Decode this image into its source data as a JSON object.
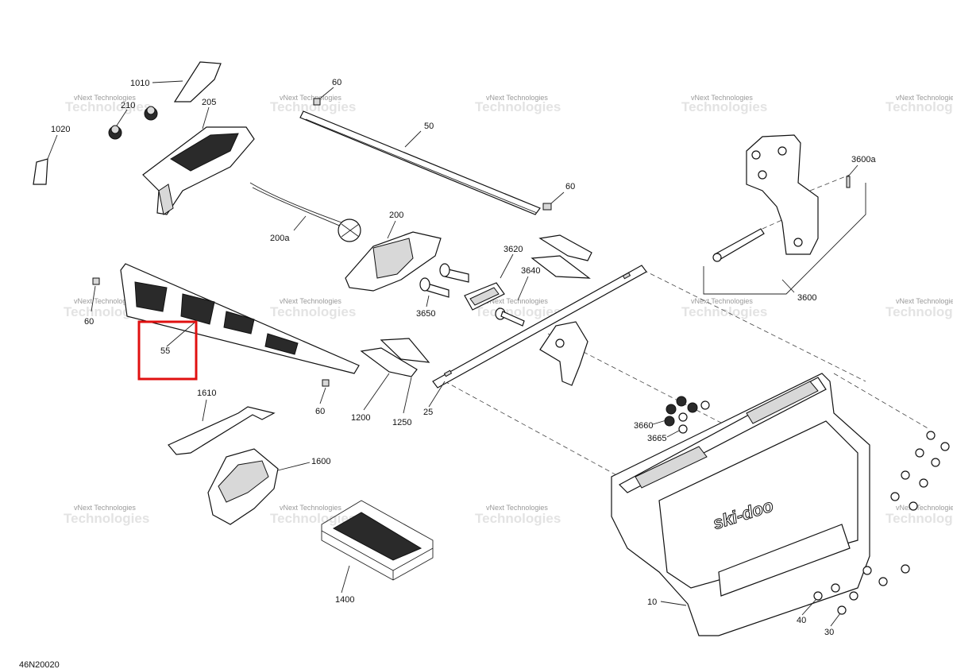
{
  "diagram_code": "46N20020",
  "watermark": "vNext Technologies",
  "highlight_color": "#e01010",
  "labels": {
    "p1010": "1010",
    "p210": "210",
    "p205": "205",
    "p1020": "1020",
    "p60_top": "60",
    "p50": "50",
    "p60_right": "60",
    "p200": "200",
    "p200a": "200a",
    "p3600a": "3600a",
    "p3600": "3600",
    "p3620": "3620",
    "p3640": "3640",
    "p3650": "3650",
    "p60_left": "60",
    "p55": "55",
    "p60_bottom": "60",
    "p1200": "1200",
    "p1250": "1250",
    "p25": "25",
    "p1610": "1610",
    "p1600": "1600",
    "p1400": "1400",
    "p3660": "3660",
    "p3665": "3665",
    "p10": "10",
    "p40": "40",
    "p30": "30"
  },
  "brand_logo": "ski-doo"
}
